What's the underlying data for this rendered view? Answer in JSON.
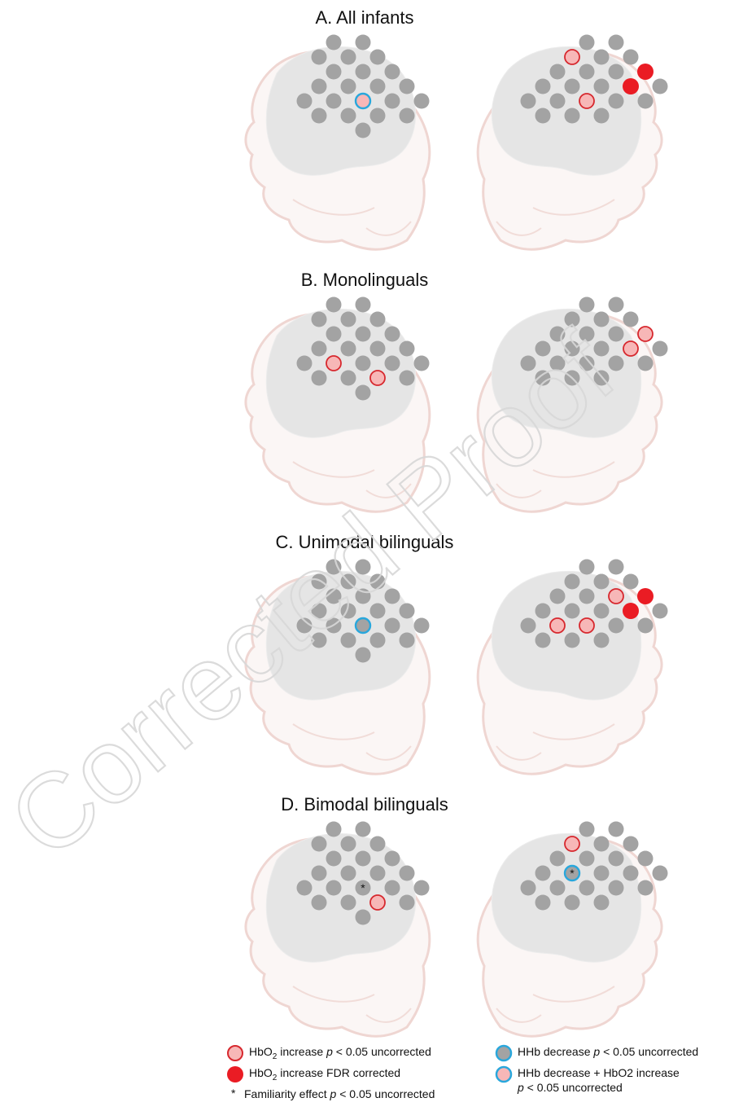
{
  "panels": [
    {
      "title": "A. All infants",
      "left": [
        {
          "ch": 15,
          "type": "hhb_plus_hbo2"
        }
      ],
      "right": [
        {
          "ch": 3,
          "type": "hbo2_uncorrected"
        },
        {
          "ch": 9,
          "type": "hbo2_fdr"
        },
        {
          "ch": 13,
          "type": "hbo2_fdr"
        },
        {
          "ch": 17,
          "type": "hbo2_uncorrected"
        }
      ]
    },
    {
      "title": "B. Monolinguals",
      "left": [
        {
          "ch": 14,
          "type": "hbo2_uncorrected"
        },
        {
          "ch": 20,
          "type": "hbo2_uncorrected"
        }
      ],
      "right": [
        {
          "ch": 9,
          "type": "hbo2_uncorrected"
        },
        {
          "ch": 13,
          "type": "hbo2_uncorrected"
        }
      ]
    },
    {
      "title": "C. Unimodal bilinguals",
      "left": [
        {
          "ch": 15,
          "type": "hhb_decrease"
        }
      ],
      "right": [
        {
          "ch": 9,
          "type": "hbo2_fdr"
        },
        {
          "ch": 8,
          "type": "hbo2_uncorrected"
        },
        {
          "ch": 13,
          "type": "hbo2_fdr"
        },
        {
          "ch": 16,
          "type": "hbo2_uncorrected"
        },
        {
          "ch": 17,
          "type": "hbo2_uncorrected"
        }
      ]
    },
    {
      "title": "D. Bimodal bilinguals",
      "left": [
        {
          "ch": 15,
          "type": "familiarity"
        },
        {
          "ch": 20,
          "type": "hbo2_uncorrected"
        }
      ],
      "right": [
        {
          "ch": 3,
          "type": "hbo2_uncorrected"
        },
        {
          "ch": 11,
          "type": "hhb_familiarity"
        }
      ]
    }
  ],
  "legend": {
    "hbo2_uncorrected": {
      "pre": "HbO",
      "sub": "2",
      "mid": " increase ",
      "p": "p",
      "rest": " < 0.05 uncorrected"
    },
    "hbo2_fdr": {
      "pre": "HbO",
      "sub": "2",
      "mid": " increase FDR corrected",
      "p": "",
      "rest": ""
    },
    "familiarity": {
      "mark": "*",
      "pre": "Familiarity effect ",
      "p": "p",
      "rest": " < 0.05 uncorrected"
    },
    "hhb_decrease": {
      "pre": "HHb decrease ",
      "p": "p",
      "rest": " < 0.05 uncorrected"
    },
    "hhb_plus_hbo2": {
      "line1": "HHb decrease + HbO2 increase",
      "p": "p",
      "rest": " < 0.05 uncorrected"
    }
  },
  "colors": {
    "channel_grey": "#a3a3a3",
    "hbo2_fill_light": "#f7b7b7",
    "hbo2_fill_strong": "#ea1c24",
    "hbo2_stroke": "#d7282e",
    "hhb_stroke": "#29a7dc",
    "head_outline": "#efd6d2",
    "brain_fill": "#e5e5e5"
  },
  "watermark": "Corrected Proof"
}
